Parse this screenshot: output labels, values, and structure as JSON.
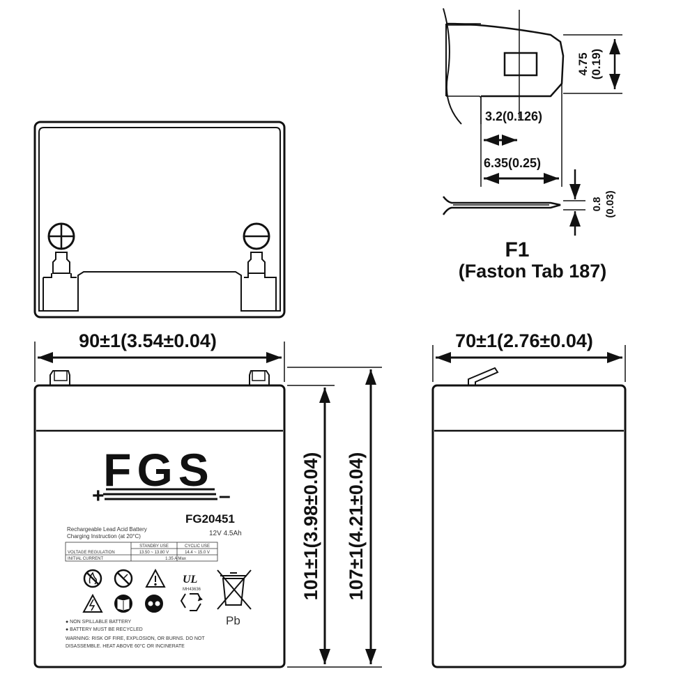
{
  "tab": {
    "name": "F1",
    "subtitle": "(Faston Tab 187)",
    "dim_height": "4.75",
    "dim_height_in": "(0.19)",
    "dim_slot": "3.2(0.126)",
    "dim_width": "6.35(0.25)",
    "dim_thick": "0.8",
    "dim_thick_in": "(0.03)"
  },
  "dimensions": {
    "length": "90±1(3.54±0.04)",
    "width": "70±1(2.76±0.04)",
    "container_height": "101±1(3.98±0.04)",
    "total_height": "107±1(4.21±0.04)"
  },
  "label": {
    "brand": "FGS",
    "plus": "+",
    "minus": "–",
    "model": "FG20451",
    "rating": "12V 4.5Ah",
    "desc_line1": "Rechargeable Lead Acid Battery",
    "desc_line2": "Charging Instruction (at 20°C)",
    "table": {
      "headers": [
        "",
        "STANDBY USE",
        "CYCLIC USE"
      ],
      "rows": [
        [
          "VOLTAGE REGULATION",
          "13.50 ~ 13.80 V",
          "14.4 ~ 15.0 V"
        ],
        [
          "INITIAL CURRENT",
          "",
          "1.35 A Max"
        ]
      ]
    },
    "cert": "MH43636",
    "pb": "Pb",
    "bullet1": "● NON SPILLABLE BATTERY",
    "bullet2": "● BATTERY MUST BE RECYCLED",
    "warning1": "WARNING: RISK OF FIRE, EXPLOSION, OR BURNS. DO NOT",
    "warning2": "DISASSEMBLE. HEAT ABOVE 60°C OR INCINERATE"
  },
  "colors": {
    "line": "#111111",
    "background": "#ffffff"
  },
  "icons": [
    "no-fire-icon",
    "no-tamper-icon",
    "warning-icon",
    "ul-cert-icon",
    "crossed-bin-icon",
    "electric-hazard-icon",
    "read-manual-icon",
    "goggles-icon",
    "recycle-icon"
  ]
}
